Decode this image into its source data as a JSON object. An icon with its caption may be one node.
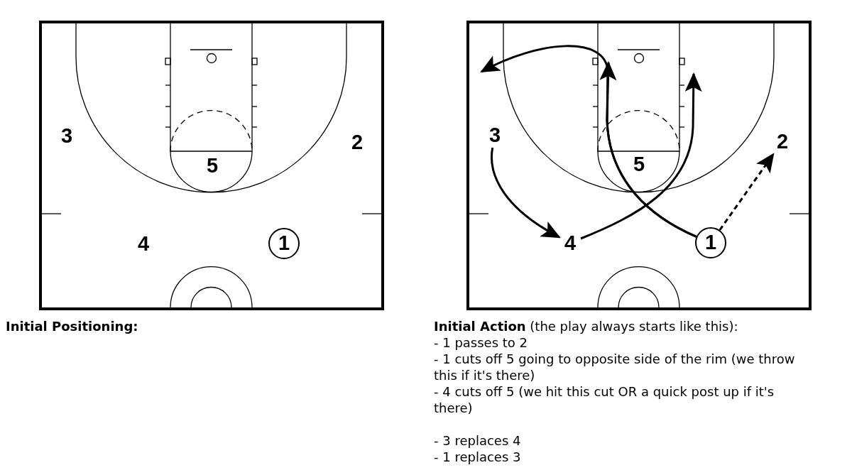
{
  "diagram": {
    "nodes": [
      {
        "text": [],
        "shape": "box",
        "beside": [
          "Initial Positioning:"
        ]
      },
      {
        "text": [
          "3"
        ],
        "in": 0
      },
      {
        "text": [
          "2"
        ],
        "in": 0
      },
      {
        "text": [
          "5"
        ],
        "in": 0
      },
      {
        "text": [
          "4"
        ],
        "in": 0
      },
      {
        "text": [
          "1"
        ],
        "in": 0
      },
      {
        "text": [],
        "shape": "box",
        "beside": [
          "**Initial Action** (the play always starts like this):",
          "- 1 passes to 2",
          "- 1 cuts off 5 going to opposite side of the rim (we throw this if it's there)",
          "- 4 cuts off 5 (we hit this cut OR a quick post up if it's there)",
          "- 3 replaces 4",
          "- 1 replaces 3"
        ]
      },
      {
        "text": [
          "3"
        ],
        "in": 6
      },
      {
        "text": [
          "2"
        ],
        "in": 6
      },
      {
        "text": [
          "5"
        ],
        "in": 6
      },
      {
        "text": [
          "4"
        ],
        "in": 6
      },
      {
        "text": [
          "1"
        ],
        "in": 6
      }
    ],
    "edges": [
      {
        "from": 11,
        "to": 8,
        "arrow": "to",
        "style": "dashed"
      },
      {
        "from": 11,
        "to": null,
        "arrow": "to"
      },
      {
        "from": 10,
        "to": null,
        "arrow": "to"
      },
      {
        "from": 7,
        "to": 10,
        "arrow": "to"
      },
      {
        "from": 11,
        "to": null,
        "arrow": "to"
      }
    ]
  }
}
